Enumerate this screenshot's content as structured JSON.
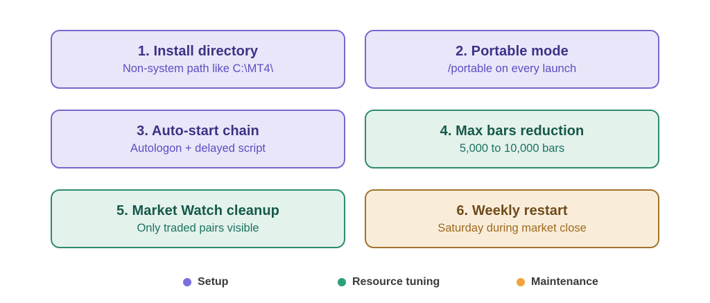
{
  "canvas": {
    "background_color": "#ffffff"
  },
  "categories": {
    "setup": {
      "label": "Setup",
      "dot_color": "#7b6fe0",
      "card_background": "#e9e6f9",
      "card_border": "#7668ce",
      "title_color": "#3a3384",
      "subtitle_color": "#5b4ec2"
    },
    "resource_tuning": {
      "label": "Resource tuning",
      "dot_color": "#2aa17c",
      "card_background": "#e3f2eb",
      "card_border": "#2e8b6e",
      "title_color": "#15584a",
      "subtitle_color": "#1e7262"
    },
    "maintenance": {
      "label": "Maintenance",
      "dot_color": "#f2a33c",
      "card_background": "#f9edda",
      "card_border": "#a2732b",
      "title_color": "#6f4a1b",
      "subtitle_color": "#9e691e"
    }
  },
  "cards": [
    {
      "title": "1. Install directory",
      "subtitle": "Non-system path like C:\\MT4\\",
      "category": "setup"
    },
    {
      "title": "2. Portable mode",
      "subtitle": "/portable on every launch",
      "category": "setup"
    },
    {
      "title": "3. Auto-start chain",
      "subtitle": "Autologon + delayed script",
      "category": "setup"
    },
    {
      "title": "4. Max bars reduction",
      "subtitle": "5,000 to 10,000 bars",
      "category": "resource_tuning"
    },
    {
      "title": "5. Market Watch cleanup",
      "subtitle": "Only traded pairs visible",
      "category": "resource_tuning"
    },
    {
      "title": "6. Weekly restart",
      "subtitle": "Saturday during market close",
      "category": "maintenance"
    }
  ],
  "legend": [
    {
      "label": "Setup",
      "color": "#7b6fe0"
    },
    {
      "label": "Resource tuning",
      "color": "#2aa17c"
    },
    {
      "label": "Maintenance",
      "color": "#f2a33c"
    }
  ]
}
